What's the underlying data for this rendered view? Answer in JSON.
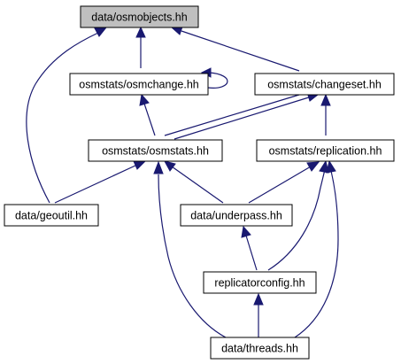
{
  "colors": {
    "node_fill": "#ffffff",
    "root_fill": "#bfbfbf",
    "node_border": "#000000",
    "edge": "#191970"
  },
  "nodes": {
    "osmobjects": "data/osmobjects.hh",
    "osmchange": "osmstats/osmchange.hh",
    "changeset": "osmstats/changeset.hh",
    "osmstats": "osmstats/osmstats.hh",
    "replication": "osmstats/replication.hh",
    "geoutil": "data/geoutil.hh",
    "underpass": "data/underpass.hh",
    "replicatorconfig": "replicatorconfig.hh",
    "threads": "data/threads.hh"
  }
}
